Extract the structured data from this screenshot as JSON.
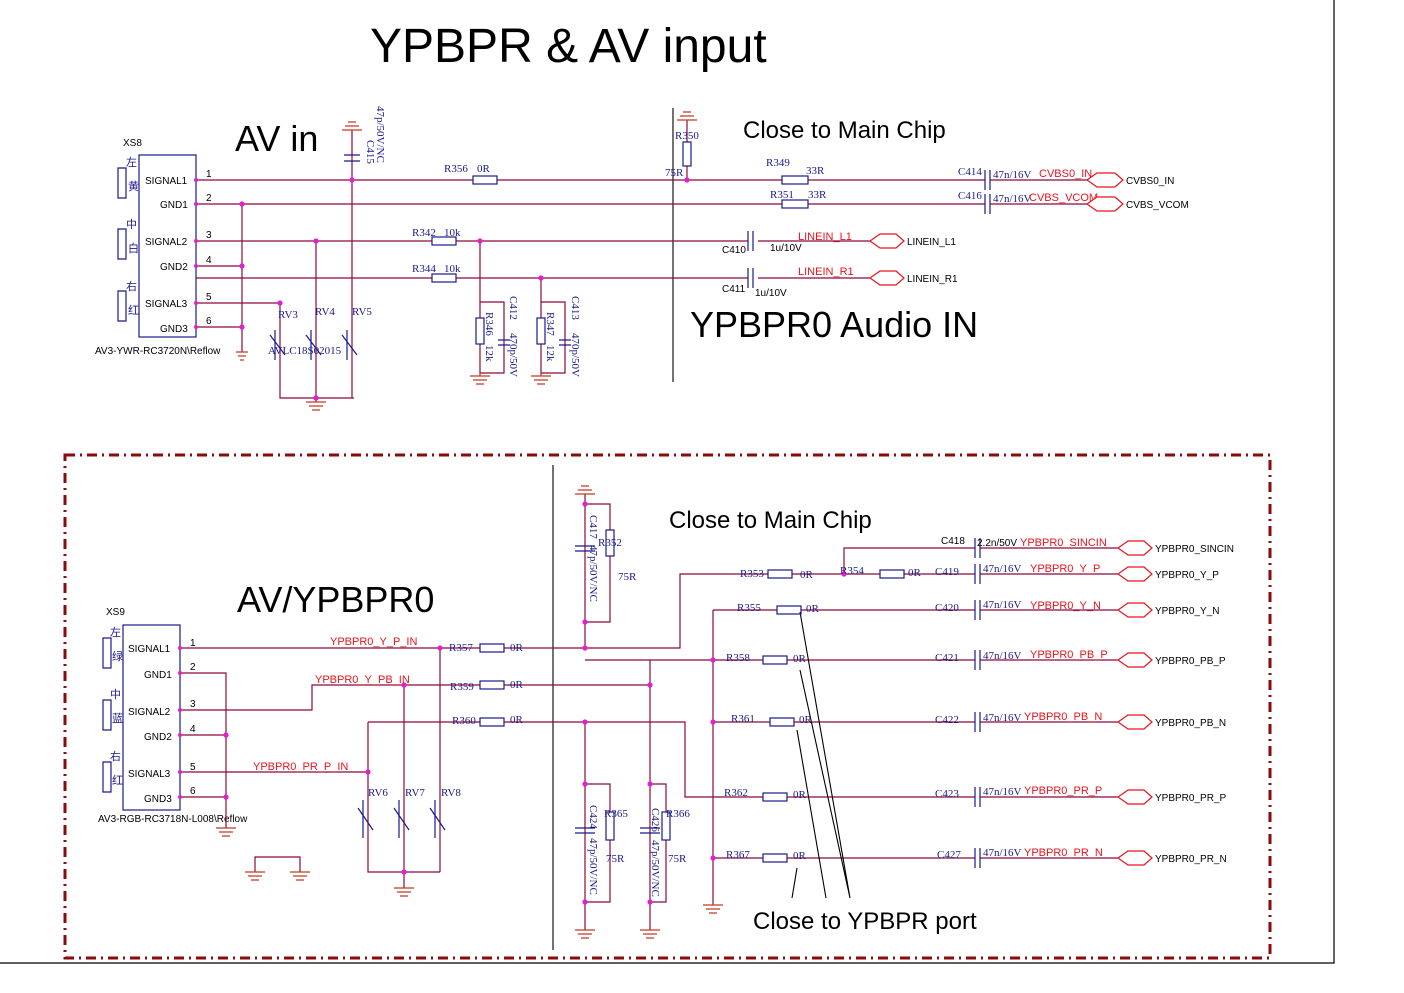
{
  "titles": {
    "main": "YPBPR & AV input",
    "av_in": "AV in",
    "audio_in": "YPBPR0 Audio IN",
    "av_ypbpr": "AV/YPBPR0",
    "close_main_1": "Close to Main Chip",
    "close_main_2": "Close to Main Chip",
    "close_port": "Close to YPBPR port"
  },
  "connector_top": {
    "ref": "XS8",
    "part": "AV3-YWR-RC3720N\\Reflow",
    "pins": [
      "SIGNAL1",
      "GND1",
      "SIGNAL2",
      "GND2",
      "SIGNAL3",
      "GND3"
    ],
    "pin_nums": [
      "1",
      "2",
      "3",
      "4",
      "5",
      "6"
    ],
    "colors": [
      "左",
      "黄",
      "中",
      "白",
      "右",
      "红"
    ]
  },
  "connector_bottom": {
    "ref": "XS9",
    "part": "AV3-RGB-RC3718N-L008\\Reflow",
    "pins": [
      "SIGNAL1",
      "GND1",
      "SIGNAL2",
      "GND2",
      "SIGNAL3",
      "GND3"
    ],
    "pin_nums": [
      "1",
      "2",
      "3",
      "4",
      "5",
      "6"
    ],
    "colors": [
      "左",
      "绿",
      "中",
      "蓝",
      "右",
      "红"
    ]
  },
  "top_parts": {
    "c415": "C415",
    "c415_val": "47p/50V/NC",
    "r356": "R356",
    "r356_val": "0R",
    "r342": "R342",
    "r342_val": "10k",
    "r344": "R344",
    "r344_val": "10k",
    "r346": "R346",
    "r346_val": "12k",
    "r347": "R347",
    "r347_val": "12k",
    "c412": "C412",
    "c412_val": "470p/50V",
    "c413": "C413",
    "c413_val": "470p/50V",
    "rv3": "RV3",
    "rv4": "RV4",
    "rv5": "RV5",
    "rv_val": "AVLC18S02015",
    "r350": "R350",
    "r350_val": "75R",
    "r349": "R349",
    "r349_val": "33R",
    "r351": "R351",
    "r351_val": "33R",
    "c414": "C414",
    "c414_val": "47n/16V",
    "c416": "C416",
    "c416_val": "47n/16V",
    "c410": "C410",
    "c410_val": "1u/10V",
    "c411": "C411",
    "c411_val": "1u/10V"
  },
  "top_nets": {
    "cvbs0_in": "CVBS0_IN",
    "cvbs_vcom": "CVBS_VCOM",
    "linein_l1": "LINEIN_L1",
    "linein_r1": "LINEIN_R1"
  },
  "bottom_parts": {
    "r357": "R357",
    "r359": "R359",
    "r360": "R360",
    "zero": "0R",
    "rv6": "RV6",
    "rv7": "RV7",
    "rv8": "RV8",
    "c417": "C417",
    "c417_val": "47p/50V/NC",
    "r352": "R352",
    "r352_val": "75R",
    "c424": "C424",
    "c424_val": "47p/50V/NC",
    "r365": "R365",
    "r365_val": "75R",
    "c426": "C426",
    "c426_val": "47p/50V/NC",
    "r366": "R366",
    "r366_val": "75R",
    "r353": "R353",
    "r354": "R354",
    "r355": "R355",
    "r358": "R358",
    "r361": "R361",
    "r362": "R362",
    "r367": "R367",
    "c418": "C418",
    "c418_val": "2.2n/50V",
    "c419": "C419",
    "c420": "C420",
    "c421": "C421",
    "c422": "C422",
    "c423": "C423",
    "c427": "C427",
    "c47n": "47n/16V"
  },
  "bottom_nets": {
    "ypbpr0_y_p_in": "YPBPR0_Y_P_IN",
    "ypbpr0_y_pb_in": "YPBPR0_Y_PB_IN",
    "ypbpr0_pr_p_in": "YPBPR0_PR_P_IN",
    "sincin": "YPBPR0_SINCIN",
    "y_p": "YPBPR0_Y_P",
    "y_n": "YPBPR0_Y_N",
    "pb_p": "YPBPR0_PB_P",
    "pb_n": "YPBPR0_PB_N",
    "pr_p": "YPBPR0_PR_P",
    "pr_n": "YPBPR0_PR_N"
  },
  "colors": {
    "wire": "#8b0a3a",
    "net": "#e8141c",
    "junction": "#e41fd0",
    "part": "#1a1a8c",
    "border": "#8b0a0a"
  }
}
